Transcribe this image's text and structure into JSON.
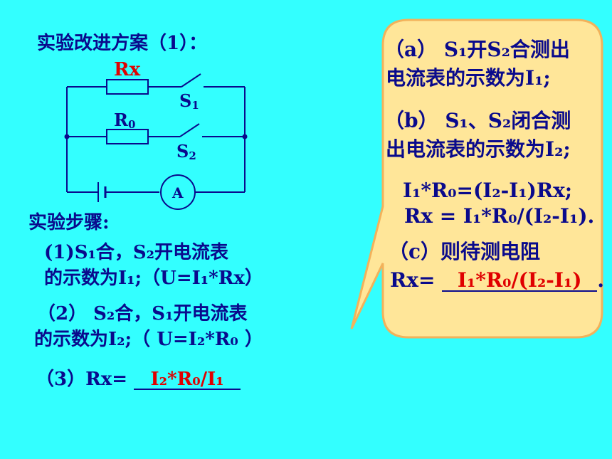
{
  "heading": "实验改进方案（1）：",
  "circuit": {
    "rx_label": "Rx",
    "r0_label": "R",
    "r0_sub": "0",
    "s1_label": "S",
    "s1_sub": "1",
    "s2_label": "S",
    "s2_sub": "2",
    "ammeter_label": "A"
  },
  "steps": {
    "title": "实验步骤:",
    "step1_line1": "(1)S₁合，S₂开电流表",
    "step1_line2": "的示数为I₁;（U=I₁*Rx）",
    "step2_line1": "（2） S₂合，S₁开电流表",
    "step2_line2": "的示数为I₂;（ U=I₂*R₀ ）",
    "step3_prefix": "（3）Rx=",
    "step3_answer": "I₂*R₀/I₁"
  },
  "callout": {
    "a_line1": "（a） S₁开S₂合测出",
    "a_line2": "电流表的示数为I₁;",
    "b_line1": "（b） S₁、S₂闭合测",
    "b_line2": "出电流表的示数为I₂;",
    "eq1": "I₁*R₀=(I₂-I₁)Rx;",
    "eq2": "Rx = I₁*R₀/(I₂-I₁).",
    "c_line1": "（c）则待测电阻",
    "c_prefix": "Rx=",
    "c_answer": "I₁*R₀/(I₂-I₁)",
    "c_suffix": "."
  },
  "colors": {
    "background": "#33FFFF",
    "callout_fill": "#FFE699",
    "text": "#0A0A8C",
    "answer": "#E00000"
  }
}
